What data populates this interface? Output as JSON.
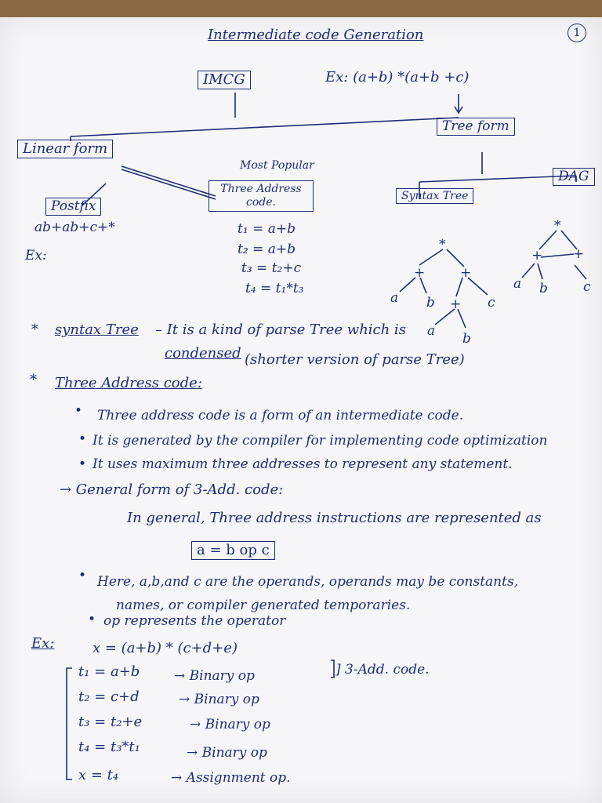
{
  "title": "Intermediate code Generation",
  "page_number": "1",
  "root": "IMCG",
  "example_top": "Ex: (a+b) *(a+b +c)",
  "linear_form": "Linear form",
  "tree_form": "Tree form",
  "postfix": "Postfix",
  "most_popular": "Most Popular",
  "three_address_code": "Three Address code.",
  "syntax_tree": "Syntax Tree",
  "dag": "DAG",
  "postfix_expr": "ab+ab+c+*",
  "ex_label_1": "Ex:",
  "tac_lines": [
    "t₁ = a+b",
    "t₂ = a+b",
    "t₃ = t₂+c",
    "t₄ = t₁*t₃"
  ],
  "syntax_tree_nodes": [
    "*",
    "+",
    "+",
    "a",
    "b",
    "+",
    "c",
    "a",
    "b"
  ],
  "dag_nodes": [
    "*",
    "+",
    "+",
    "a",
    "b",
    "c"
  ],
  "syntax_tree_def": {
    "bullet": "*",
    "term": "syntax Tree",
    "line1": "– It is a kind of parse Tree which is",
    "term2": "condensed",
    "line2": "(shorter version of parse Tree)"
  },
  "tac_section": {
    "bullet": "*",
    "heading": "Three Address code:",
    "points": [
      "Three address code is a form of an intermediate code.",
      "It is generated by the compiler for implementing code optimization",
      "It uses maximum three addresses to represent any statement."
    ],
    "general_form_heading": "→ General form of 3-Add. code:",
    "general_line": "In general, Three address instructions are represented as",
    "formula": "a = b op c",
    "here_line1": "Here, a,b,and c are the operands, operands may be constants,",
    "here_line2": "names, or compiler generated temporaries.",
    "op_line": "op represents the operator"
  },
  "example_bottom": {
    "label": "Ex:",
    "expr": "x = (a+b) * (c+d+e)",
    "bracket_note": "] 3-Add. code.",
    "steps": [
      {
        "stmt": "t₁ = a+b",
        "note": "→ Binary op"
      },
      {
        "stmt": "t₂ = c+d",
        "note": "→ Binary op"
      },
      {
        "stmt": "t₃ = t₂+e",
        "note": "→ Binary op"
      },
      {
        "stmt": "t₄ = t₃*t₁",
        "note": "→ Binary op"
      },
      {
        "stmt": "x = t₄",
        "note": "→ Assignment op."
      }
    ]
  }
}
